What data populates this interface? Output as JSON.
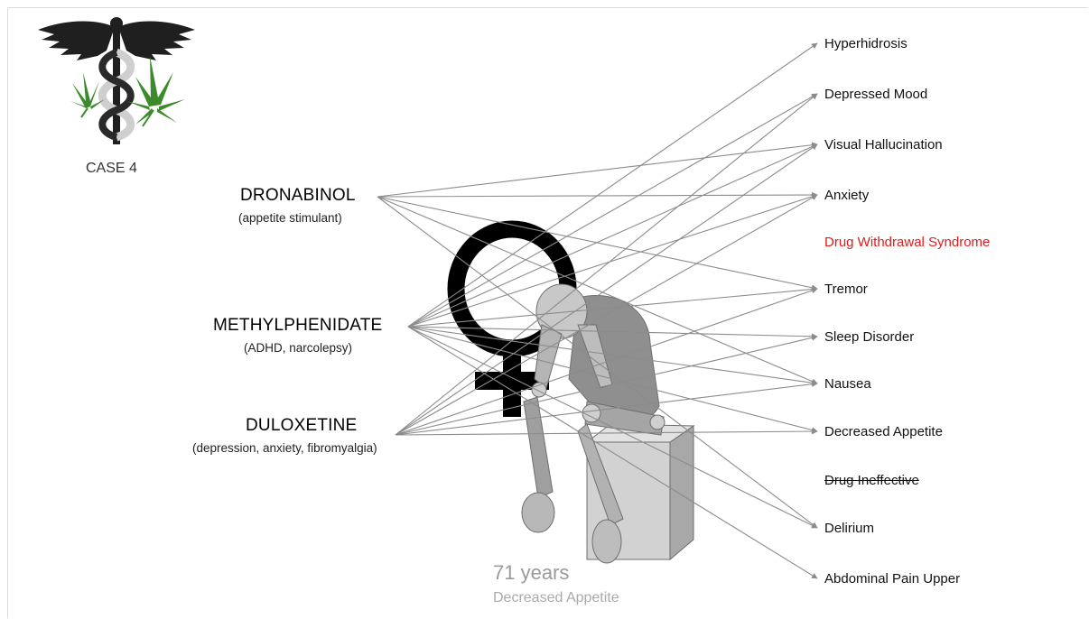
{
  "case_label": "CASE 4",
  "drugs": [
    {
      "name": "DRONABINOL",
      "indication": "(appetite stimulant)"
    },
    {
      "name": "METHYLPHENIDATE",
      "indication": "(ADHD, narcolepsy)"
    },
    {
      "name": "DULOXETINE",
      "indication": "(depression, anxiety, fibromyalgia)"
    }
  ],
  "effects": [
    {
      "label": "Hyperhidrosis"
    },
    {
      "label": "Depressed Mood"
    },
    {
      "label": "Visual Hallucination"
    },
    {
      "label": "Anxiety"
    },
    {
      "label": "Drug Withdrawal Syndrome",
      "highlight_color": "#e31b1b"
    },
    {
      "label": "Tremor"
    },
    {
      "label": "Sleep Disorder"
    },
    {
      "label": "Nausea"
    },
    {
      "label": "Decreased Appetite"
    },
    {
      "label": "Drug Ineffective",
      "struck_through": true
    },
    {
      "label": "Delirium"
    },
    {
      "label": "Abdominal Pain Upper"
    }
  ],
  "patient": {
    "age": "71 years",
    "condition": "Decreased Appetite",
    "sex_symbol": "female-symbol-icon"
  },
  "links": {
    "DRONABINOL": [
      "Visual Hallucination",
      "Anxiety",
      "Tremor",
      "Nausea",
      "Delirium"
    ],
    "METHYLPHENIDATE": [
      "Hyperhidrosis",
      "Depressed Mood",
      "Visual Hallucination",
      "Anxiety",
      "Tremor",
      "Sleep Disorder",
      "Nausea",
      "Decreased Appetite",
      "Delirium",
      "Abdominal Pain Upper"
    ],
    "DULOXETINE": [
      "Depressed Mood",
      "Visual Hallucination",
      "Anxiety",
      "Tremor",
      "Sleep Disorder",
      "Nausea",
      "Decreased Appetite"
    ]
  },
  "colors": {
    "arrow": "#8c8c8c",
    "symbol": "#000000",
    "leaf": "#3c8a2b",
    "figure": "#9a9a9a"
  },
  "icons": [
    "caduceus-logo-icon",
    "cannabis-leaf-icon",
    "female-symbol-icon",
    "sitting-person-icon"
  ]
}
